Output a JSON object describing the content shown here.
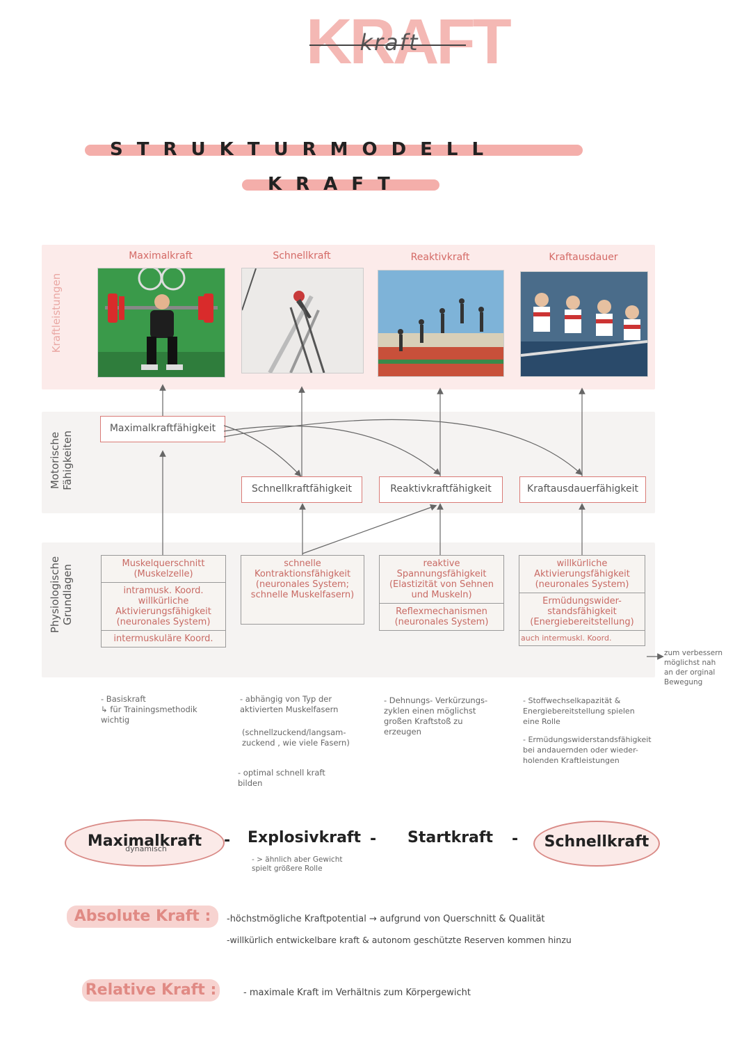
{
  "title": {
    "main": "KRAFT",
    "handwritten": "kraft"
  },
  "strukturmodell": {
    "line1": "STRUKTURMODELL",
    "line2": "KRAFT"
  },
  "row_labels": {
    "kraftleistungen": "Kraftleistungen",
    "motorische": "Motorische Fähigkeiten",
    "physiologische": "Physiologische Grundlagen"
  },
  "columns": [
    {
      "head": "Maximalkraft"
    },
    {
      "head": "Schnellkraft"
    },
    {
      "head": "Reaktivkraft"
    },
    {
      "head": "Kraftausdauer"
    }
  ],
  "motor_boxes": {
    "maximal": "Maximalkraftfähigkeit",
    "schnell": "Schnellkraftfähigkeit",
    "reaktiv": "Reaktivkraftfähigkeit",
    "ausdauer": "Kraftausdauerfähigkeit"
  },
  "physio": {
    "col1": {
      "s1": "Muskelquerschnitt (Muskelzelle)",
      "s2": "intramusk. Koord. willkürliche Aktivierungsfähigkeit (neuronales System)",
      "s3": "intermuskuläre Koord."
    },
    "col2": {
      "s1": "schnelle Kontraktionsfähigkeit (neuronales System; schnelle Muskelfasern)"
    },
    "col3": {
      "s1": "reaktive Spannungsfähigkeit (Elastizität von Sehnen und Muskeln)",
      "s2": "Reflexmechanismen (neuronales System)"
    },
    "col4": {
      "s1": "willkürliche Aktivierungsfähigkeit (neuronales System)",
      "s2": "Ermüdungswider- standsfähigkeit (Energiebereitstellung)",
      "s3": "auch intermuskl. Koord."
    }
  },
  "side_note": "zum verbessern\nmöglichst nah\nan der orginal\nBewegung",
  "notes": {
    "col1": "- Basiskraft\n  ↳ für Trainingsmethodik\n     wichtig",
    "col2a": "- abhängig von Typ der\n  aktivierten Muskelfasern",
    "col2b": "(schnellzuckend/langsam-\n zuckend , wie viele Fasern)",
    "col2c": "- optimal schnell kraft\n  bilden",
    "col3": "- Dehnungs- Verkürzungs-\n  zyklen einen möglichst\n  großen Kraftstoß zu\n  erzeugen",
    "col4a": "- Stoffwechselkapazität &\n  Energiebereitstellung spielen\n  eine Rolle",
    "col4b": "- Ermüdungswiderstandsfähigkeit\n  bei andauernden oder wieder-\n  holenden Kraftleistungen"
  },
  "continuum": {
    "maximal": "Maximalkraft",
    "dynamisch": "dynamisch",
    "explosiv": "Explosivkraft",
    "explosiv_note": "- > ähnlich aber Gewicht\n  spielt größere Rolle",
    "start": "Startkraft",
    "schnell": "Schnellkraft",
    "dash": "-"
  },
  "absolute": {
    "label": "Absolute Kraft :",
    "line1": "-höchstmögliche Kraftpotential  → aufgrund  von Querschnitt & Qualität",
    "line2": "-willkürlich entwickelbare kraft  &  autonom  geschützte  Reserven  kommen  hinzu"
  },
  "relative": {
    "label": "Relative Kraft :",
    "line1": "- maximale Kraft   im  Verhältnis   zum   Körpergewicht"
  },
  "colors": {
    "accent": "#f4aeaa",
    "box_border": "#d97a76",
    "band_pink": "#fcebea",
    "band_grey": "#f5f3f2"
  }
}
